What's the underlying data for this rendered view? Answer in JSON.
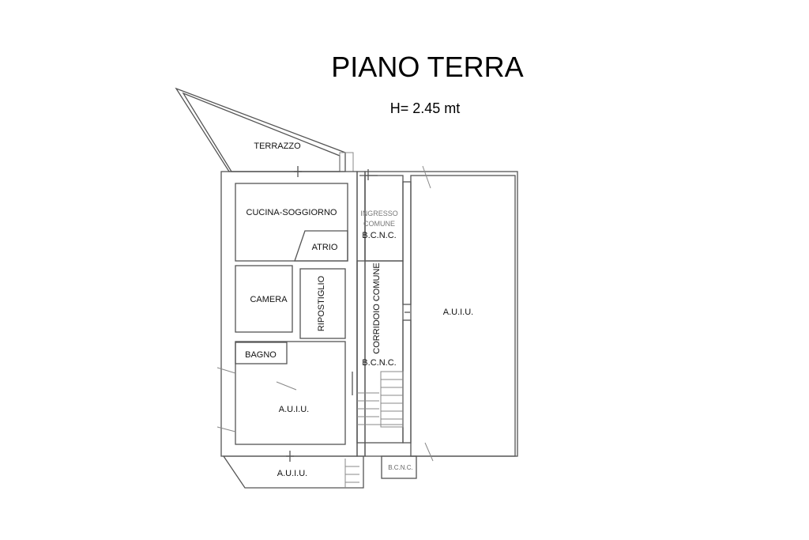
{
  "title": "PIANO TERRA",
  "height_label": "H= 2.45 mt",
  "rooms": {
    "terrazzo": "TERRAZZO",
    "cucina": "CUCINA-SOGGIORNO",
    "ingresso_line1": "INGRESSO",
    "ingresso_line2": "COMUNE",
    "ingresso_bcnc": "B.C.N.C.",
    "atrio": "ATRIO",
    "camera": "CAMERA",
    "ripostiglio": "RIPOSTIGLIO",
    "corridoio": "CORRIDOIO COMUNE",
    "corridoio_bcnc": "B.C.N.C.",
    "bagno": "BAGNO",
    "auiu_lower": "A.U.I.U.",
    "auiu_right": "A.U.I.U.",
    "auiu_exterior": "A.U.I.U.",
    "bcnc_small": "B.C.N.C."
  }
}
